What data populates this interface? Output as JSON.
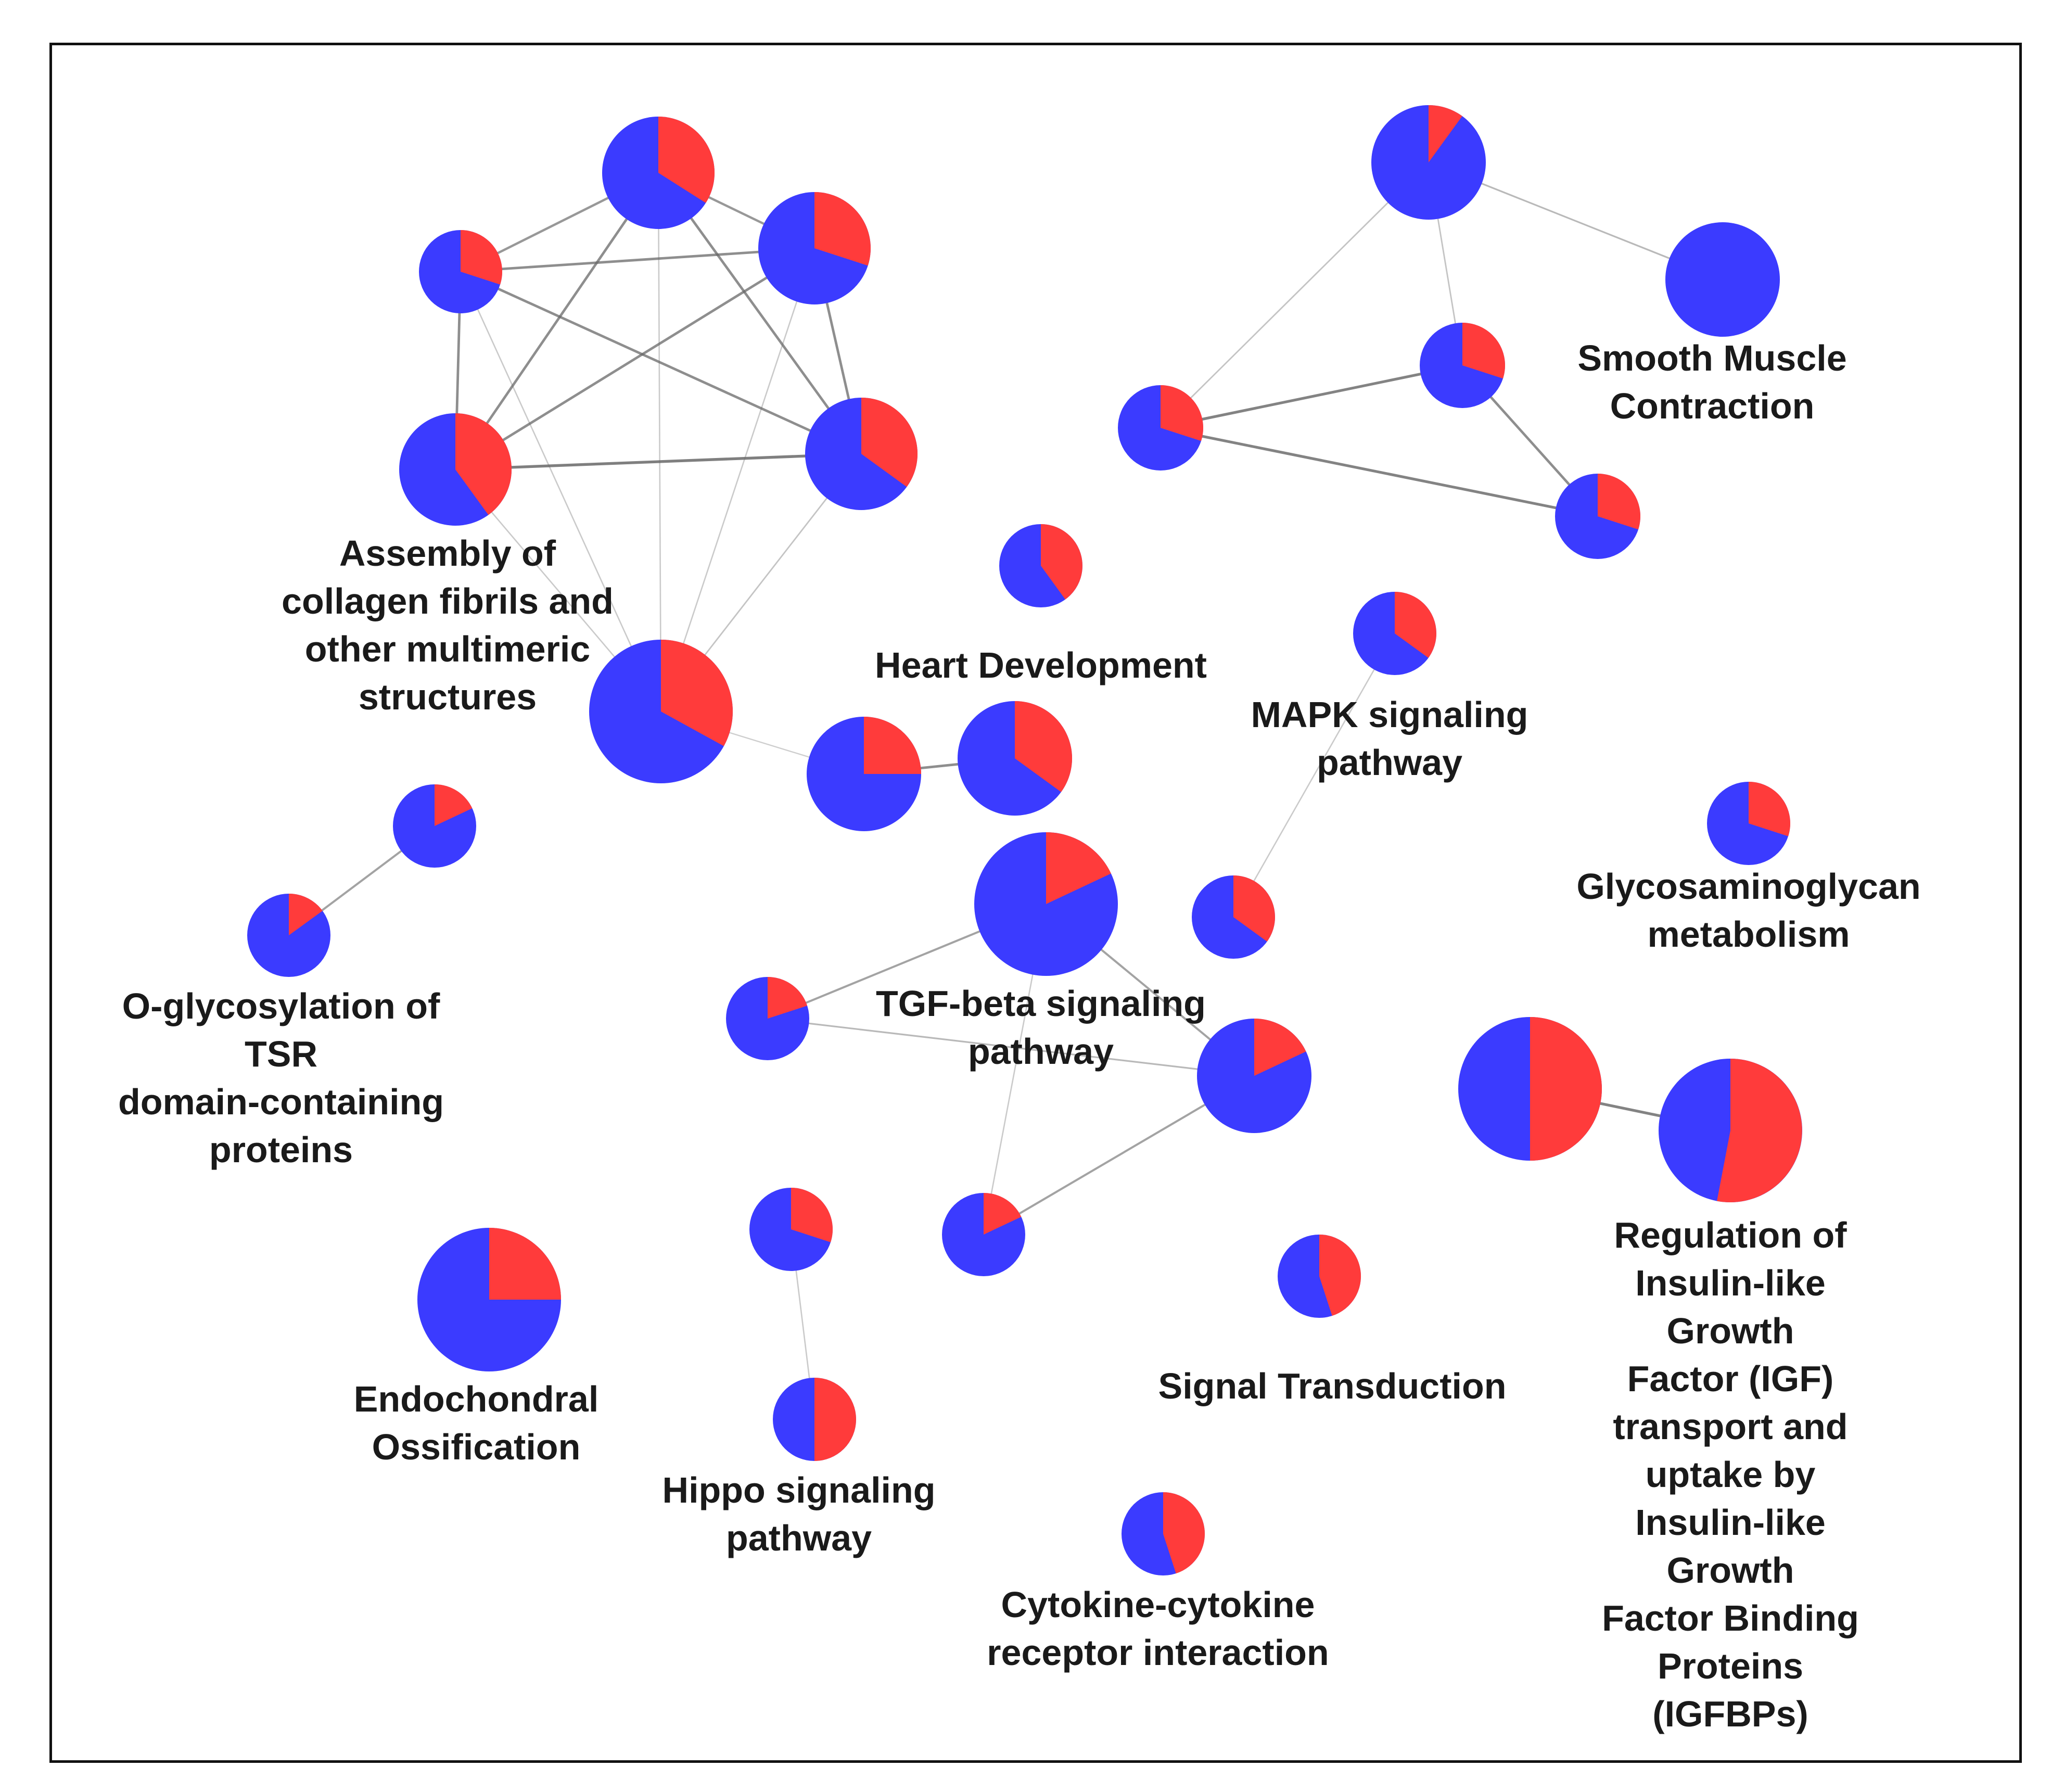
{
  "colors": {
    "up": "#ff3b3b",
    "down": "#3b3bff",
    "edge": "#666666",
    "frame": "#111111"
  },
  "labels": {
    "collagen": "Assembly of\ncollagen fibrils and\nother multimeric\nstructures",
    "smooth_muscle": "Smooth Muscle\nContraction",
    "heart": "Heart Development",
    "mapk": "MAPK signaling\npathway",
    "glycos": "Glycosaminoglycan\nmetabolism",
    "oglyco": "O-glycosylation of\nTSR\ndomain-containing\nproteins",
    "tgf": "TGF-beta signaling\npathway",
    "igf": "Regulation of\nInsulin-like Growth\nFactor (IGF)\ntransport and\nuptake by\nInsulin-like Growth\nFactor Binding\nProteins (IGFBPs)",
    "endo": "Endochondral\nOssification",
    "signal": "Signal Transduction",
    "hippo": "Hippo signaling\npathway",
    "cytokine": "Cytokine-cytokine\nreceptor interaction"
  },
  "chart_data": {
    "type": "network",
    "nodes": [
      {
        "id": "c1",
        "cluster": "collagen",
        "up_fraction": 0.34
      },
      {
        "id": "c2",
        "cluster": "collagen",
        "up_fraction": 0.3
      },
      {
        "id": "c3",
        "cluster": "collagen",
        "up_fraction": 0.3
      },
      {
        "id": "c4",
        "cluster": "collagen",
        "up_fraction": 0.4
      },
      {
        "id": "c5",
        "cluster": "collagen",
        "up_fraction": 0.35
      },
      {
        "id": "c6",
        "cluster": "collagen",
        "up_fraction": 0.33
      },
      {
        "id": "a1",
        "cluster": "collagen",
        "up_fraction": 0.25
      },
      {
        "id": "a2",
        "cluster": "collagen",
        "up_fraction": 0.35
      },
      {
        "id": "s1",
        "cluster": "smooth_muscle",
        "up_fraction": 0.1
      },
      {
        "id": "s2",
        "cluster": "smooth_muscle",
        "up_fraction": 0.0
      },
      {
        "id": "s3",
        "cluster": "smooth_muscle",
        "up_fraction": 0.3
      },
      {
        "id": "s4",
        "cluster": "smooth_muscle",
        "up_fraction": 0.3
      },
      {
        "id": "s5",
        "cluster": "smooth_muscle",
        "up_fraction": 0.3
      },
      {
        "id": "h1",
        "cluster": "heart",
        "up_fraction": 0.4
      },
      {
        "id": "m1",
        "cluster": "mapk",
        "up_fraction": 0.35
      },
      {
        "id": "m2",
        "cluster": "mapk",
        "up_fraction": 0.35
      },
      {
        "id": "g1",
        "cluster": "glycos",
        "up_fraction": 0.3
      },
      {
        "id": "o1",
        "cluster": "oglyco",
        "up_fraction": 0.18
      },
      {
        "id": "o2",
        "cluster": "oglyco",
        "up_fraction": 0.15
      },
      {
        "id": "t1",
        "cluster": "tgf",
        "up_fraction": 0.18
      },
      {
        "id": "t2",
        "cluster": "tgf",
        "up_fraction": 0.2
      },
      {
        "id": "t3",
        "cluster": "tgf",
        "up_fraction": 0.18
      },
      {
        "id": "t4",
        "cluster": "tgf",
        "up_fraction": 0.18
      },
      {
        "id": "i1",
        "cluster": "igf",
        "up_fraction": 0.5
      },
      {
        "id": "i2",
        "cluster": "igf",
        "up_fraction": 0.53
      },
      {
        "id": "e1",
        "cluster": "endo",
        "up_fraction": 0.25
      },
      {
        "id": "hp1",
        "cluster": "hippo",
        "up_fraction": 0.3
      },
      {
        "id": "hp2",
        "cluster": "hippo",
        "up_fraction": 0.5
      },
      {
        "id": "sg1",
        "cluster": "signal",
        "up_fraction": 0.45
      },
      {
        "id": "ck1",
        "cluster": "cytokine",
        "up_fraction": 0.45
      }
    ],
    "edges": [
      {
        "source": "c1",
        "target": "c2",
        "weight": 0.6
      },
      {
        "source": "c1",
        "target": "c3",
        "weight": 0.6
      },
      {
        "source": "c1",
        "target": "c4",
        "weight": 0.7
      },
      {
        "source": "c1",
        "target": "c5",
        "weight": 0.7
      },
      {
        "source": "c1",
        "target": "c6",
        "weight": 0.15
      },
      {
        "source": "c2",
        "target": "c3",
        "weight": 0.7
      },
      {
        "source": "c2",
        "target": "c4",
        "weight": 0.7
      },
      {
        "source": "c2",
        "target": "c5",
        "weight": 0.7
      },
      {
        "source": "c2",
        "target": "c6",
        "weight": 0.15
      },
      {
        "source": "c3",
        "target": "c4",
        "weight": 0.7
      },
      {
        "source": "c3",
        "target": "c5",
        "weight": 0.7
      },
      {
        "source": "c3",
        "target": "c6",
        "weight": 0.15
      },
      {
        "source": "c4",
        "target": "c5",
        "weight": 0.85
      },
      {
        "source": "c4",
        "target": "c6",
        "weight": 0.15
      },
      {
        "source": "c5",
        "target": "c6",
        "weight": 0.2
      },
      {
        "source": "c6",
        "target": "a1",
        "weight": 0.1
      },
      {
        "source": "a1",
        "target": "a2",
        "weight": 0.7
      },
      {
        "source": "s1",
        "target": "s2",
        "weight": 0.3
      },
      {
        "source": "s1",
        "target": "s3",
        "weight": 0.2
      },
      {
        "source": "s1",
        "target": "s4",
        "weight": 0.2
      },
      {
        "source": "s3",
        "target": "s4",
        "weight": 0.8
      },
      {
        "source": "s3",
        "target": "s5",
        "weight": 0.7
      },
      {
        "source": "s4",
        "target": "s5",
        "weight": 0.8
      },
      {
        "source": "o1",
        "target": "o2",
        "weight": 0.5
      },
      {
        "source": "m1",
        "target": "m2",
        "weight": 0.15
      },
      {
        "source": "t1",
        "target": "t2",
        "weight": 0.5
      },
      {
        "source": "t1",
        "target": "t3",
        "weight": 0.5
      },
      {
        "source": "t2",
        "target": "t3",
        "weight": 0.3
      },
      {
        "source": "t3",
        "target": "t4",
        "weight": 0.5
      },
      {
        "source": "t1",
        "target": "t4",
        "weight": 0.15
      },
      {
        "source": "i1",
        "target": "i2",
        "weight": 0.8
      },
      {
        "source": "hp1",
        "target": "hp2",
        "weight": 0.15
      }
    ]
  }
}
